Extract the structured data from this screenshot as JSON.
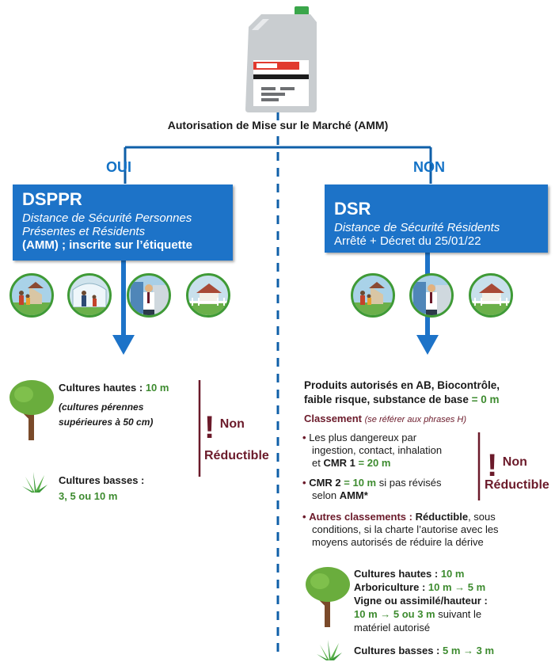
{
  "header": {
    "title": "Autorisation de Mise sur le Marché (AMM)"
  },
  "branches": {
    "yes": "OUI",
    "no": "NON"
  },
  "dsppr": {
    "acronym": "DSPPR",
    "line1": "Distance de Sécurité Personnes",
    "line2": "Présentes et Résidents",
    "line3": "(AMM) ; inscrite sur l’étiquette"
  },
  "dsr": {
    "acronym": "DSR",
    "line1": "Distance de Sécurité Résidents",
    "line2": "Arrêté + Décret du 25/01/22"
  },
  "left": {
    "high_label": "Cultures hautes :",
    "high_value": "10 m",
    "high_note1": "(cultures pérennes",
    "high_note2": "supérieures à 50 cm)",
    "low_label": "Cultures basses :",
    "low_value": "3, 5 ou 10 m",
    "non_reductible_1": "Non",
    "non_reductible_2": "Réductible",
    "exclamation": "!"
  },
  "right": {
    "intro1": "Produits autorisés en AB, Biocontrôle,",
    "intro2_a": "faible risque, substance de base",
    "intro2_b": "= 0 m",
    "classement": "Classement",
    "classement_note": "(se référer aux phrases H)",
    "b1_l1": "Les plus dangereux par",
    "b1_l2": "ingestion, contact, inhalation",
    "b1_l3a": "et",
    "b1_l3b": "CMR 1",
    "b1_l3c": "= 20 m",
    "b2_a": "CMR 2",
    "b2_b": "= 10 m",
    "b2_c": "si pas révisés",
    "b2_l2a": "selon",
    "b2_l2b": "AMM*",
    "b3_a": "Autres classements :",
    "b3_b": "Réductible",
    "b3_c": ", sous",
    "b3_l2": "conditions, si la charte l’autorise avec les",
    "b3_l3": "moyens autorisés de réduire la dérive",
    "nr1": "Non",
    "nr2": "Réductible",
    "exclamation": "!",
    "h_label": "Cultures hautes :",
    "h_value": "10 m",
    "arbo_label": "Arboriculture :",
    "arbo_value": "10 m → 5 m",
    "vigne_label": "Vigne ou assimilé/hauteur :",
    "vigne_value": "10 m → 5 ou 3 m",
    "vigne_rest": "suivant le",
    "vigne_l3": "matériel autorisé",
    "low_label": "Cultures basses :",
    "low_value": "5 m → 3 m"
  },
  "colors": {
    "box": "#1d73c8",
    "green": "#3d8b2f",
    "maroon": "#6b1a2a",
    "line": "#0f5fa8"
  }
}
